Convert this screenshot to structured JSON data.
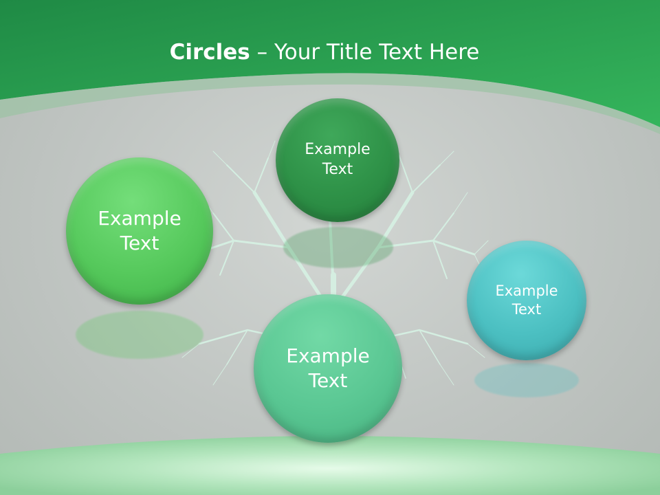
{
  "slide": {
    "title_bold": "Circles",
    "title_rest": " – Your Title Text Here"
  },
  "circles": [
    {
      "label_line1": "Example",
      "label_line2": "Text",
      "color": "#56c95c"
    },
    {
      "label_line1": "Example",
      "label_line2": "Text",
      "color": "#2e9147"
    },
    {
      "label_line1": "Example",
      "label_line2": "Text",
      "color": "#4cc0c2"
    },
    {
      "label_line1": "Example",
      "label_line2": "Text",
      "color": "#5ac793"
    }
  ],
  "colors": {
    "header_dark": "#1f8a45",
    "header_light": "#34b45a",
    "background": "#c0c5c2"
  }
}
